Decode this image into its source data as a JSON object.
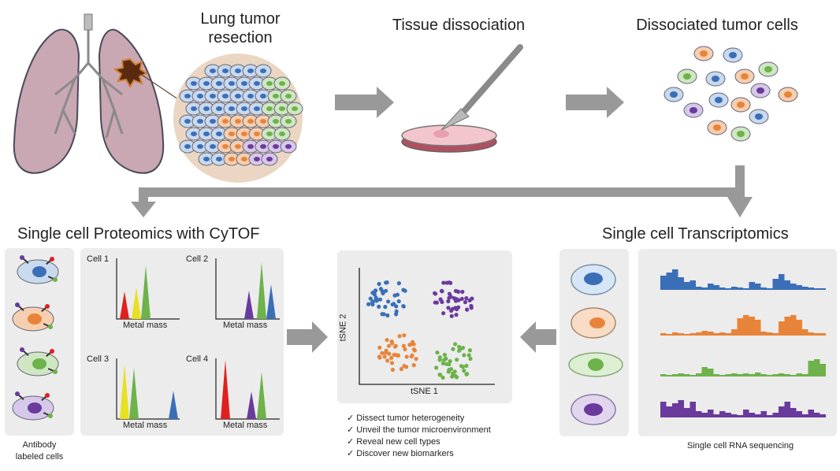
{
  "top": {
    "lung_tumor_resection": "Lung tumor\nresection",
    "tissue_dissociation": "Tissue dissociation",
    "dissociated_tumor_cells": "Dissociated tumor cells"
  },
  "proteomics": {
    "title": "Single cell Proteomics with CyTOF",
    "antibody_label": "Antibody\nlabeled cells",
    "cells": [
      {
        "label": "Cell 1",
        "axis": "Metal mass"
      },
      {
        "label": "Cell 2",
        "axis": "Metal mass"
      },
      {
        "label": "Cell 3",
        "axis": "Metal mass"
      },
      {
        "label": "Cell 4",
        "axis": "Metal mass"
      }
    ]
  },
  "tsne": {
    "xlabel": "tSNE 1",
    "ylabel": "tSNE 2",
    "bullets": [
      "Dissect tumor heterogeneity",
      "Unveil the tumor microenvironment",
      "Reveal new cell types",
      "Discover new biomarkers"
    ]
  },
  "transcriptomics": {
    "title": "Single cell Transcriptomics",
    "caption": "Single cell RNA sequencing"
  },
  "colors": {
    "blue": "#3a6fb8",
    "orange": "#e8843a",
    "green": "#6db24a",
    "purple": "#6a3a9c",
    "red": "#e02020",
    "yellow": "#e8e020",
    "arrow": "#999999",
    "panel": "#ececec"
  }
}
